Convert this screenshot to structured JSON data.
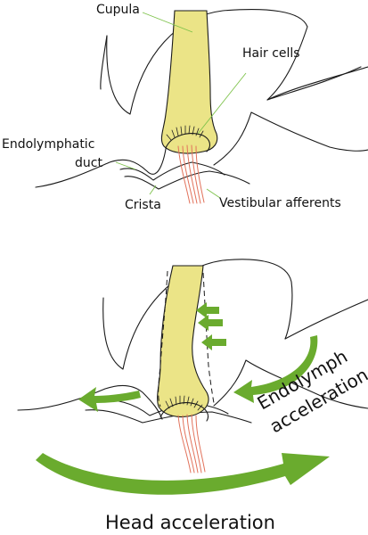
{
  "labels": {
    "cupula": "Cupula",
    "hair_cells": "Hair cells",
    "endolymphatic": "Endolymphatic",
    "duct": "duct",
    "crista": "Crista",
    "vestibular_afferents": "Vestibular afferents",
    "endolymph": "Endolymph",
    "acceleration": "acceleration",
    "head_acceleration": "Head acceleration"
  },
  "colors": {
    "cupula_fill": "#ebe487",
    "arrow_green": "#6aab2e",
    "leader_green": "#7dc24a",
    "nerve_red": "#e2725b",
    "outline": "#1a1a1a"
  }
}
